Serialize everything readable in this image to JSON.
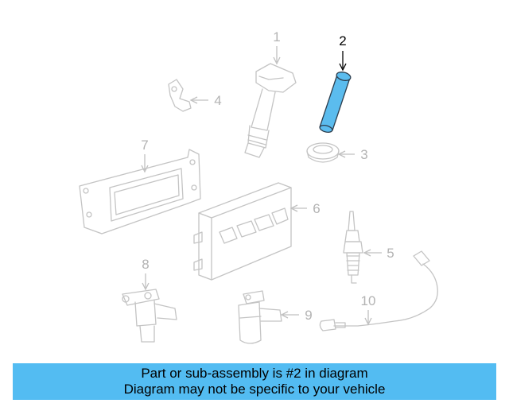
{
  "diagram": {
    "highlight_color": "#5bbcee",
    "callouts": [
      {
        "num": "1",
        "active": false
      },
      {
        "num": "2",
        "active": true
      },
      {
        "num": "3",
        "active": false
      },
      {
        "num": "4",
        "active": false
      },
      {
        "num": "5",
        "active": false
      },
      {
        "num": "6",
        "active": false
      },
      {
        "num": "7",
        "active": false
      },
      {
        "num": "8",
        "active": false
      },
      {
        "num": "9",
        "active": false
      },
      {
        "num": "10",
        "active": false
      }
    ]
  },
  "caption": {
    "line1": "Part or sub-assembly is #2 in diagram",
    "line2": "Diagram may not be specific to your vehicle",
    "background": "#53bcf2"
  }
}
